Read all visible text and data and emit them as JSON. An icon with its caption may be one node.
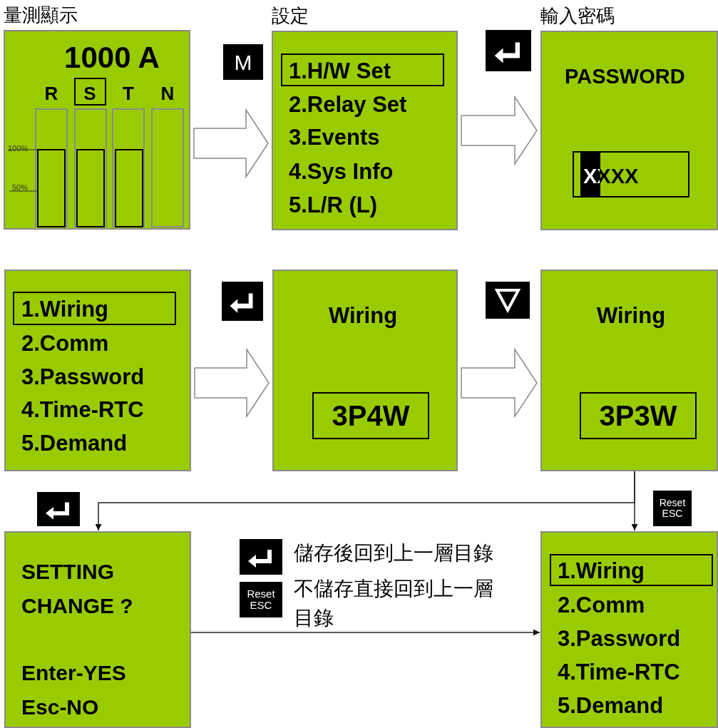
{
  "diagram": {
    "nodes": [
      {
        "text": [
          "量測顯示",
          "1000 A",
          "R",
          "S",
          "T",
          "N",
          "100%",
          "50%"
        ]
      },
      {
        "text": [
          "設定",
          "1.H/W Set",
          "2.Relay Set",
          "3.Events",
          "4.Sys Info",
          "5.L/R (L)"
        ]
      },
      {
        "text": [
          "輸入密碼",
          "PASSWORD",
          "XXXX"
        ]
      },
      {
        "text": [
          "1.Wiring",
          "2.Comm",
          "3.Password",
          "4.Time-RTC",
          "5.Demand"
        ]
      },
      {
        "text": [
          "Wiring",
          "3P4W"
        ]
      },
      {
        "text": [
          "Wiring",
          "3P3W"
        ]
      },
      {
        "text": [
          "SETTING CHANGE ?",
          "Enter-YES",
          "Esc-NO"
        ]
      },
      {
        "text": [
          "1.Wiring",
          "2.Comm",
          "3.Password",
          "4.Time-RTC",
          "5.Demand"
        ]
      }
    ],
    "edges": [
      {
        "from": 0,
        "to": 1,
        "arrow": "to",
        "label": "M"
      },
      {
        "from": 1,
        "to": 2,
        "arrow": "to"
      },
      {
        "from": 3,
        "to": 4,
        "arrow": "to"
      },
      {
        "from": 4,
        "to": 5,
        "arrow": "to"
      },
      {
        "from": 5,
        "to": 6,
        "arrow": "to"
      },
      {
        "from": 5,
        "to": 7,
        "arrow": "to",
        "label": "Reset ESC"
      },
      {
        "from": 6,
        "to": 7,
        "arrow": "to"
      }
    ],
    "labels": [
      "Reset ESC"
    ],
    "legend": [
      {
        "text": "儲存後回到上一層目錄"
      },
      {
        "text": "不儲存直接回到上一層目錄"
      }
    ]
  }
}
